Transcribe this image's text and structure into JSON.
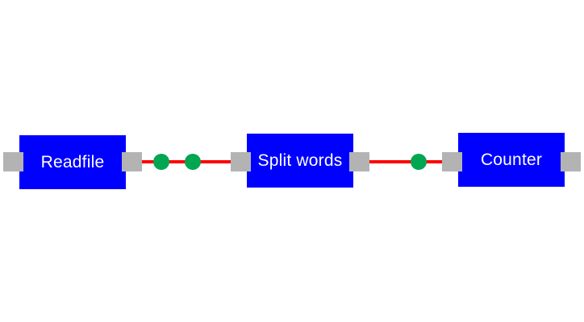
{
  "diagram": {
    "nodes": [
      {
        "id": "readfile",
        "label": "Readfile"
      },
      {
        "id": "split-words",
        "label": "Split words"
      },
      {
        "id": "counter",
        "label": "Counter"
      }
    ],
    "edges": [
      {
        "from": "readfile",
        "to": "split-words",
        "tokens": 2
      },
      {
        "from": "split-words",
        "to": "counter",
        "tokens": 1
      }
    ],
    "colors": {
      "node_fill": "#0000ff",
      "node_text": "#ffffff",
      "port_fill": "#b3b3b3",
      "edge": "#ff0000",
      "token": "#00a651"
    }
  }
}
